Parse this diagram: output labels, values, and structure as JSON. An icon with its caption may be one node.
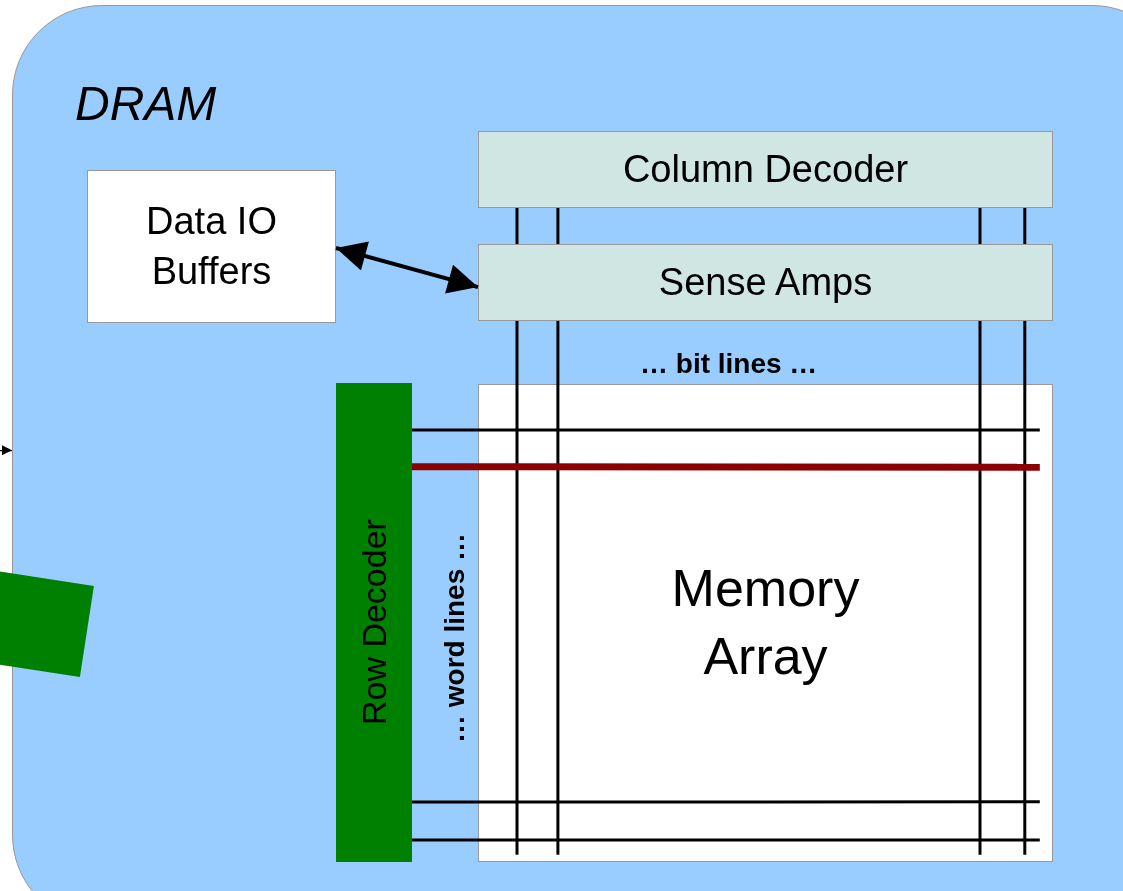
{
  "diagram": {
    "nodes": [
      {
        "text": [
          "DRAM"
        ]
      },
      {
        "text": [
          "Column Decoder"
        ],
        "in": 0
      },
      {
        "text": [
          "Data IO Buffers"
        ],
        "in": 0
      },
      {
        "text": [
          "Sense Amps"
        ],
        "in": 0
      },
      {
        "text": [
          "Row Decoder"
        ],
        "in": 0
      },
      {
        "text": [
          "Memory Array"
        ],
        "in": 0
      }
    ],
    "edges": [
      {
        "from": 2,
        "to": 3,
        "arrow": "both"
      },
      {
        "from": null,
        "to": 0,
        "arrow": "to"
      },
      {
        "from": null,
        "to": 0,
        "arrow": "to",
        "style": "thick",
        "color": "#008000"
      },
      {
        "from": 1,
        "to": 3,
        "arrow": "none"
      },
      {
        "from": 1,
        "to": 3,
        "arrow": "none"
      },
      {
        "from": 1,
        "to": 3,
        "arrow": "none"
      },
      {
        "from": 1,
        "to": 3,
        "arrow": "none"
      },
      {
        "from": 3,
        "to": 5,
        "arrow": "none"
      },
      {
        "from": 3,
        "to": 5,
        "arrow": "none"
      },
      {
        "from": 3,
        "to": 5,
        "arrow": "none"
      },
      {
        "from": 3,
        "to": 5,
        "arrow": "none"
      },
      {
        "from": 4,
        "to": 5,
        "arrow": "none"
      },
      {
        "from": 4,
        "to": 5,
        "arrow": "none",
        "style": "thick",
        "color": "#8b0000"
      },
      {
        "from": 4,
        "to": 5,
        "arrow": "none"
      },
      {
        "from": 4,
        "to": 5,
        "arrow": "none"
      }
    ],
    "labels": [
      "… bit lines …",
      "… word lines …"
    ]
  }
}
